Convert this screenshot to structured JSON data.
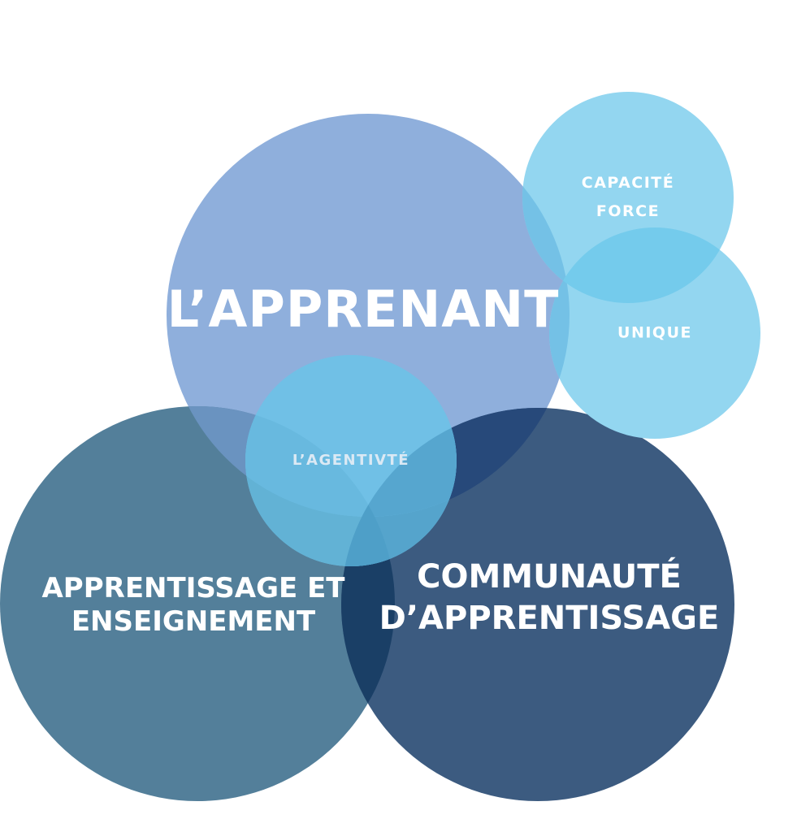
{
  "diagram": {
    "type": "venn",
    "circles": [
      {
        "id": "apprenant",
        "label": "L’APPRENANT",
        "color": "#8fafdc"
      },
      {
        "id": "apprentissage",
        "label_lines": [
          "APPRENTISSAGE ET",
          "ENSEIGNEMENT"
        ],
        "color": "#537f9a"
      },
      {
        "id": "communaute",
        "label_lines": [
          "COMMUNAUTÉ",
          "D’APPRENTISSAGE"
        ],
        "color": "#3c5b80"
      },
      {
        "id": "agentivite",
        "label": "L’AGENTIVTÉ",
        "color": "#6cc0e6"
      },
      {
        "id": "capacite",
        "label_lines": [
          "CAPACITÉ",
          "FORCE"
        ],
        "color": "#93d6f0"
      },
      {
        "id": "unique",
        "label": "UNIQUE",
        "color": "#93d6f0"
      }
    ]
  },
  "labels": {
    "apprenant": "L’APPRENANT",
    "apprentissage_line1": "APPRENTISSAGE ET",
    "apprentissage_line2": "ENSEIGNEMENT",
    "communaute_line1": "COMMUNAUTÉ",
    "communaute_line2": "D’APPRENTISSAGE",
    "agentivite": "L’AGENTIVTÉ",
    "capacite_line1": "CAPACITÉ",
    "capacite_line2": "FORCE",
    "unique": "UNIQUE"
  }
}
